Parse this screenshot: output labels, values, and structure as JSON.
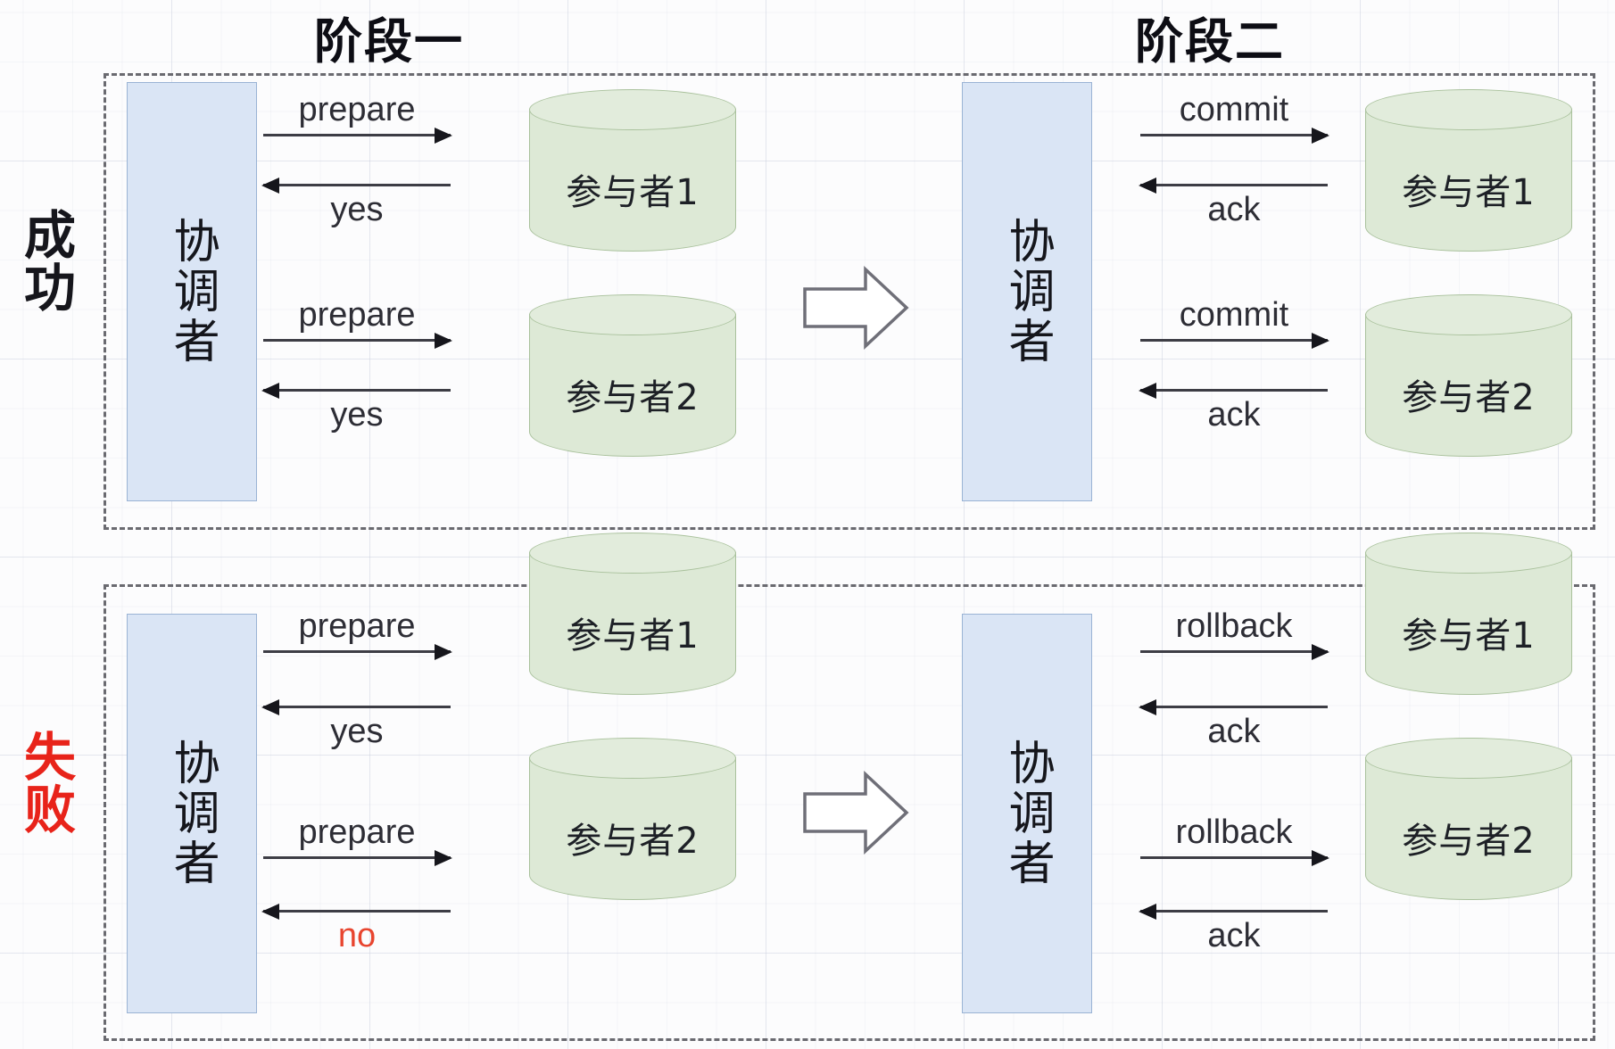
{
  "diagram": {
    "title_phase_one": "阶段一",
    "title_phase_two": "阶段二",
    "row_labels": {
      "success": "成\n功",
      "failure": "失\n败"
    },
    "colors": {
      "coordinator_fill": "#dae5f5",
      "coordinator_stroke": "#9ab3d4",
      "participant_fill": "#dde9d6",
      "participant_stroke": "#a9c19c",
      "failure_label": "#e8231a",
      "no_label": "#e8452f",
      "panel_border": "#6a6a70",
      "background": "#fcfcfd"
    },
    "coordinator_label": "协调者",
    "participants": {
      "p1": "参与者1",
      "p2": "参与者2"
    },
    "success_row": {
      "phase1": {
        "p1_request": "prepare",
        "p1_response": "yes",
        "p2_request": "prepare",
        "p2_response": "yes"
      },
      "phase2": {
        "p1_request": "commit",
        "p1_response": "ack",
        "p2_request": "commit",
        "p2_response": "ack"
      }
    },
    "failure_row": {
      "phase1": {
        "p1_request": "prepare",
        "p1_response": "yes",
        "p2_request": "prepare",
        "p2_response": "no"
      },
      "phase2": {
        "p1_request": "rollback",
        "p1_response": "ack",
        "p2_request": "rollback",
        "p2_response": "ack"
      }
    },
    "transition_icon": "block-arrow-right-icon"
  }
}
